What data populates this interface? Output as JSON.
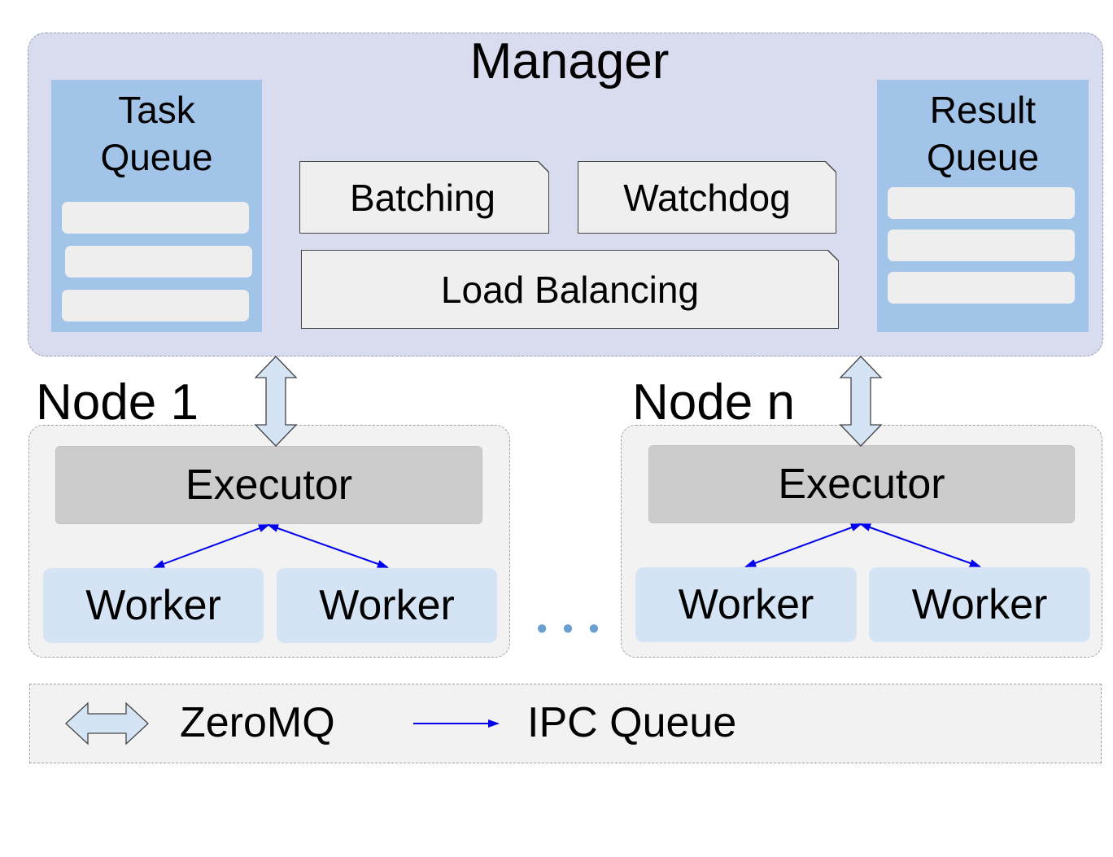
{
  "manager": {
    "title": "Manager",
    "task_queue": {
      "title_line1": "Task",
      "title_line2": "Queue"
    },
    "result_queue": {
      "title_line1": "Result",
      "title_line2": "Queue"
    },
    "modules": {
      "batching": "Batching",
      "watchdog": "Watchdog",
      "load_balancing": "Load Balancing"
    }
  },
  "nodes": [
    {
      "label": "Node 1",
      "executor": "Executor",
      "workers": [
        "Worker",
        "Worker"
      ]
    },
    {
      "label": "Node n",
      "executor": "Executor",
      "workers": [
        "Worker",
        "Worker"
      ]
    }
  ],
  "ellipsis": "• • •",
  "legend": {
    "zeromq": "ZeroMQ",
    "ipc_queue": "IPC Queue"
  },
  "colors": {
    "manager_bg": "#d9dcef",
    "queue_bg": "#a1c4e8",
    "worker_bg": "#d5e4f4",
    "executor_bg": "#cccccc",
    "arrow_fill": "#d5e4f4",
    "ipc_arrow": "#0000ee",
    "dots": "#6a9fd2"
  }
}
